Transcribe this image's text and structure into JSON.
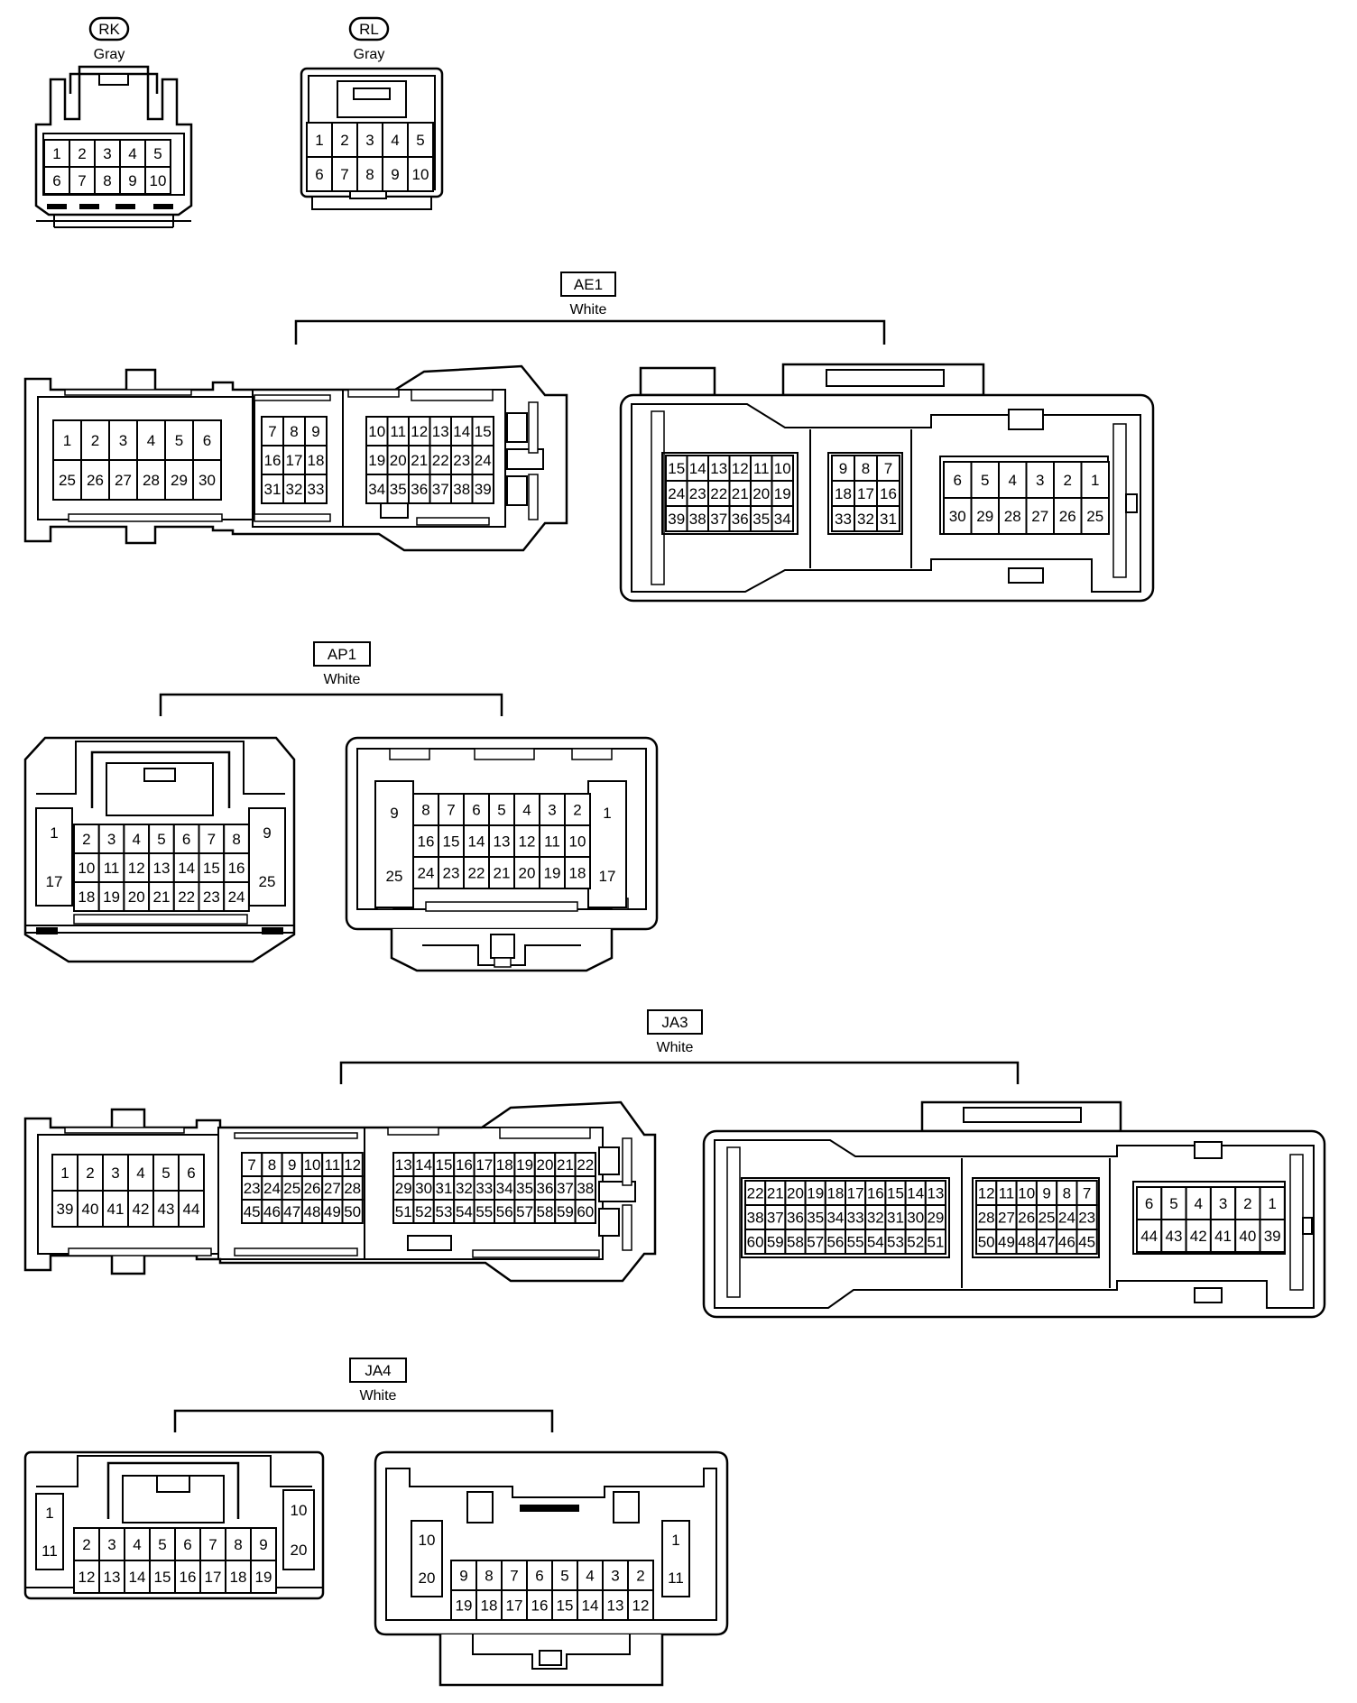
{
  "connectors": [
    {
      "id": "RK",
      "label": "RK",
      "color": "Gray",
      "label_style": "rounded",
      "views": [
        {
          "rows": [
            [
              "1",
              "2",
              "3",
              "4",
              "5"
            ],
            [
              "6",
              "7",
              "8",
              "9",
              "10"
            ]
          ]
        }
      ]
    },
    {
      "id": "RL",
      "label": "RL",
      "color": "Gray",
      "label_style": "rounded",
      "views": [
        {
          "rows": [
            [
              "1",
              "2",
              "3",
              "4",
              "5"
            ],
            [
              "6",
              "7",
              "8",
              "9",
              "10"
            ]
          ]
        }
      ]
    },
    {
      "id": "AE1",
      "label": "AE1",
      "color": "White",
      "label_style": "box",
      "views": [
        {
          "blocks": [
            {
              "rows": [
                [
                  "1",
                  "2",
                  "3",
                  "4",
                  "5",
                  "6"
                ],
                [
                  "25",
                  "26",
                  "27",
                  "28",
                  "29",
                  "30"
                ]
              ]
            },
            {
              "rows": [
                [
                  "7",
                  "8",
                  "9"
                ],
                [
                  "16",
                  "17",
                  "18"
                ],
                [
                  "31",
                  "32",
                  "33"
                ]
              ]
            },
            {
              "rows": [
                [
                  "10",
                  "11",
                  "12",
                  "13",
                  "14",
                  "15"
                ],
                [
                  "19",
                  "20",
                  "21",
                  "22",
                  "23",
                  "24"
                ],
                [
                  "34",
                  "35",
                  "36",
                  "37",
                  "38",
                  "39"
                ]
              ]
            }
          ]
        },
        {
          "blocks": [
            {
              "rows": [
                [
                  "15",
                  "14",
                  "13",
                  "12",
                  "11",
                  "10"
                ],
                [
                  "24",
                  "23",
                  "22",
                  "21",
                  "20",
                  "19"
                ],
                [
                  "39",
                  "38",
                  "37",
                  "36",
                  "35",
                  "34"
                ]
              ]
            },
            {
              "rows": [
                [
                  "9",
                  "8",
                  "7"
                ],
                [
                  "18",
                  "17",
                  "16"
                ],
                [
                  "33",
                  "32",
                  "31"
                ]
              ]
            },
            {
              "rows": [
                [
                  "6",
                  "5",
                  "4",
                  "3",
                  "2",
                  "1"
                ],
                [
                  "30",
                  "29",
                  "28",
                  "27",
                  "26",
                  "25"
                ]
              ]
            }
          ]
        }
      ]
    },
    {
      "id": "AP1",
      "label": "AP1",
      "color": "White",
      "label_style": "box",
      "views": [
        {
          "side_left": [
            "1",
            "17"
          ],
          "side_right": [
            "9",
            "25"
          ],
          "rows": [
            [
              "2",
              "3",
              "4",
              "5",
              "6",
              "7",
              "8"
            ],
            [
              "10",
              "11",
              "12",
              "13",
              "14",
              "15",
              "16"
            ],
            [
              "18",
              "19",
              "20",
              "21",
              "22",
              "23",
              "24"
            ]
          ]
        },
        {
          "side_left": [
            "9",
            "25"
          ],
          "side_right": [
            "1",
            "17"
          ],
          "rows": [
            [
              "8",
              "7",
              "6",
              "5",
              "4",
              "3",
              "2"
            ],
            [
              "16",
              "15",
              "14",
              "13",
              "12",
              "11",
              "10"
            ],
            [
              "24",
              "23",
              "22",
              "21",
              "20",
              "19",
              "18"
            ]
          ]
        }
      ]
    },
    {
      "id": "JA3",
      "label": "JA3",
      "color": "White",
      "label_style": "box",
      "views": [
        {
          "blocks": [
            {
              "rows": [
                [
                  "1",
                  "2",
                  "3",
                  "4",
                  "5",
                  "6"
                ],
                [
                  "39",
                  "40",
                  "41",
                  "42",
                  "43",
                  "44"
                ]
              ]
            },
            {
              "rows": [
                [
                  "7",
                  "8",
                  "9",
                  "10",
                  "11",
                  "12"
                ],
                [
                  "23",
                  "24",
                  "25",
                  "26",
                  "27",
                  "28"
                ],
                [
                  "45",
                  "46",
                  "47",
                  "48",
                  "49",
                  "50"
                ]
              ]
            },
            {
              "rows": [
                [
                  "13",
                  "14",
                  "15",
                  "16",
                  "17",
                  "18",
                  "19",
                  "20",
                  "21",
                  "22"
                ],
                [
                  "29",
                  "30",
                  "31",
                  "32",
                  "33",
                  "34",
                  "35",
                  "36",
                  "37",
                  "38"
                ],
                [
                  "51",
                  "52",
                  "53",
                  "54",
                  "55",
                  "56",
                  "57",
                  "58",
                  "59",
                  "60"
                ]
              ]
            }
          ]
        },
        {
          "blocks": [
            {
              "rows": [
                [
                  "22",
                  "21",
                  "20",
                  "19",
                  "18",
                  "17",
                  "16",
                  "15",
                  "14",
                  "13"
                ],
                [
                  "38",
                  "37",
                  "36",
                  "35",
                  "34",
                  "33",
                  "32",
                  "31",
                  "30",
                  "29"
                ],
                [
                  "60",
                  "59",
                  "58",
                  "57",
                  "56",
                  "55",
                  "54",
                  "53",
                  "52",
                  "51"
                ]
              ]
            },
            {
              "rows": [
                [
                  "12",
                  "11",
                  "10",
                  "9",
                  "8",
                  "7"
                ],
                [
                  "28",
                  "27",
                  "26",
                  "25",
                  "24",
                  "23"
                ],
                [
                  "50",
                  "49",
                  "48",
                  "47",
                  "46",
                  "45"
                ]
              ]
            },
            {
              "rows": [
                [
                  "6",
                  "5",
                  "4",
                  "3",
                  "2",
                  "1"
                ],
                [
                  "44",
                  "43",
                  "42",
                  "41",
                  "40",
                  "39"
                ]
              ]
            }
          ]
        }
      ]
    },
    {
      "id": "JA4",
      "label": "JA4",
      "color": "White",
      "label_style": "box",
      "views": [
        {
          "side_left": [
            "1",
            "11"
          ],
          "side_right": [
            "10",
            "20"
          ],
          "rows": [
            [
              "2",
              "3",
              "4",
              "5",
              "6",
              "7",
              "8",
              "9"
            ],
            [
              "12",
              "13",
              "14",
              "15",
              "16",
              "17",
              "18",
              "19"
            ]
          ]
        },
        {
          "side_left": [
            "10",
            "20"
          ],
          "side_right": [
            "1",
            "11"
          ],
          "rows": [
            [
              "9",
              "8",
              "7",
              "6",
              "5",
              "4",
              "3",
              "2"
            ],
            [
              "19",
              "18",
              "17",
              "16",
              "15",
              "14",
              "13",
              "12"
            ]
          ]
        }
      ]
    }
  ]
}
